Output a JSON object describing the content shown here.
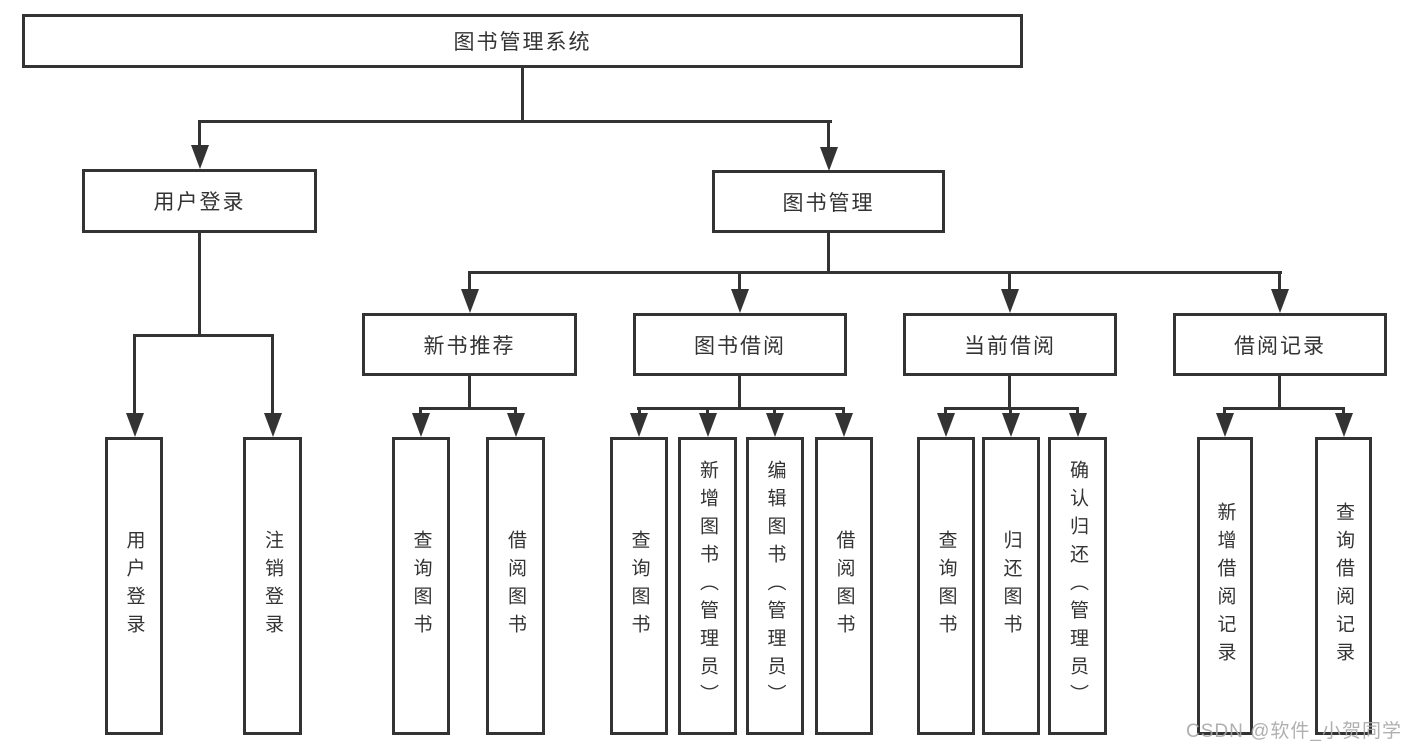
{
  "diagram": {
    "title": "图书管理系统",
    "watermark": "CSDN @软件_小贺同学",
    "colors": {
      "line": "#333333",
      "box_border": "#333333",
      "text": "#333333",
      "background": "#ffffff",
      "watermark": "#a8a8a8"
    },
    "nodes": {
      "root": {
        "label": "图书管理系统"
      },
      "login": {
        "label": "用户登录"
      },
      "mgmt": {
        "label": "图书管理"
      },
      "rec": {
        "label": "新书推荐"
      },
      "borrow": {
        "label": "图书借阅"
      },
      "current": {
        "label": "当前借阅"
      },
      "records": {
        "label": "借阅记录"
      },
      "login_user_login": {
        "label": "用户登录"
      },
      "login_logout": {
        "label": "注销登录"
      },
      "rec_query_book": {
        "label": "查询图书"
      },
      "rec_borrow_book": {
        "label": "借阅图书"
      },
      "borrow_query_book": {
        "label": "查询图书"
      },
      "borrow_add_book": {
        "label": "新增图书（管理员）"
      },
      "borrow_edit_book": {
        "label": "编辑图书（管理员）"
      },
      "borrow_borrow_book": {
        "label": "借阅图书"
      },
      "current_query_book": {
        "label": "查询图书"
      },
      "current_return_book": {
        "label": "归还图书"
      },
      "current_confirm_return": {
        "label": "确认归还（管理员）"
      },
      "records_add_record": {
        "label": "新增借阅记录"
      },
      "records_query_record": {
        "label": "查询借阅记录"
      }
    }
  }
}
